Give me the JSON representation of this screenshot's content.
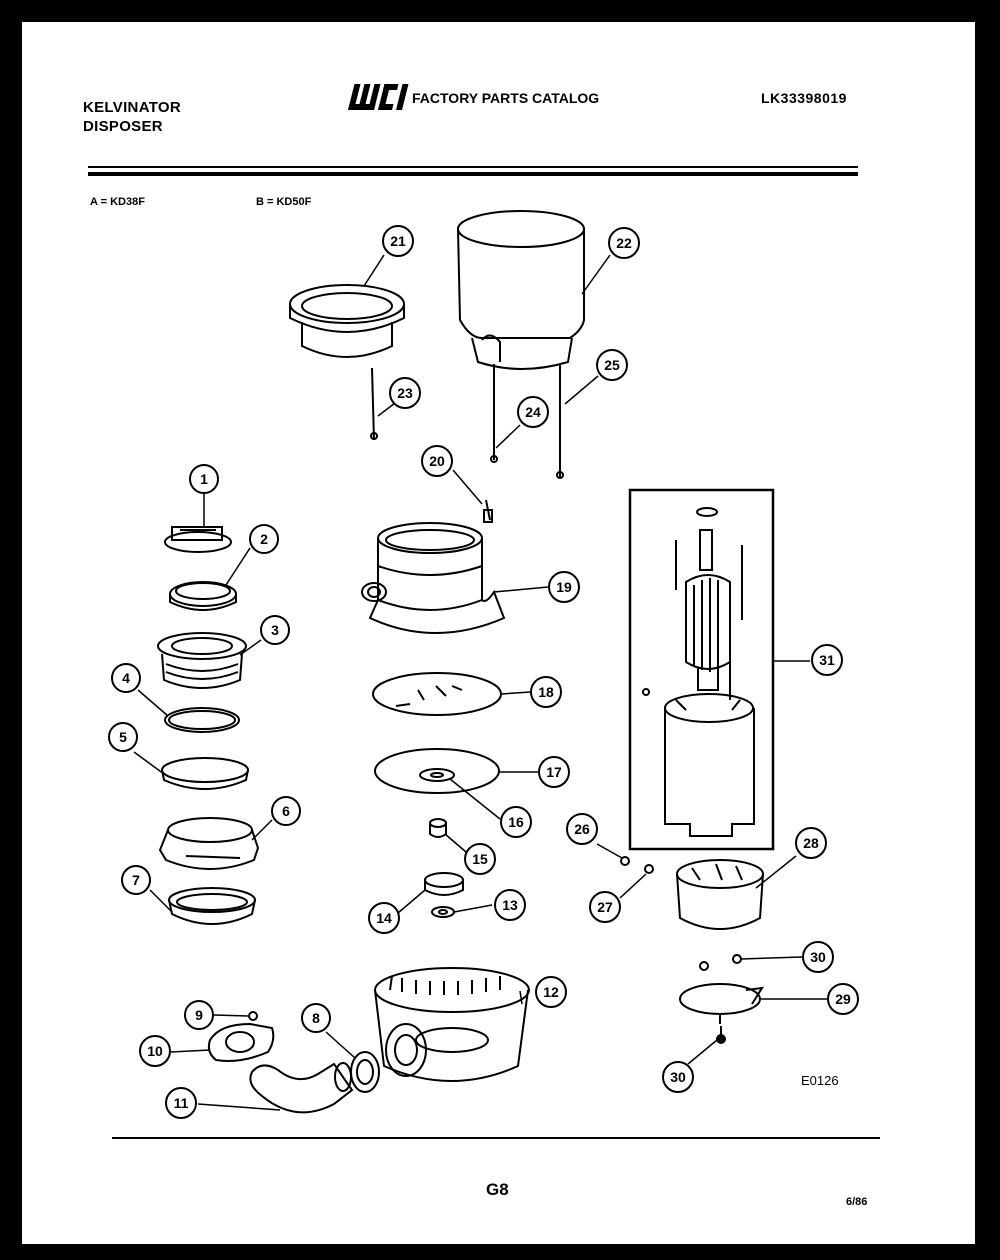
{
  "header": {
    "brand_line1": "KELVINATOR",
    "brand_line2": "DISPOSER",
    "logo_text": "WCI",
    "catalog_title": "FACTORY PARTS CATALOG",
    "part_number": "LK33398019"
  },
  "models": {
    "a": "A = KD38F",
    "b": "B = KD50F"
  },
  "drawing_code": "E0126",
  "footer": {
    "page_code": "G8",
    "date_code": "6/86"
  },
  "callouts": [
    "1",
    "2",
    "3",
    "4",
    "5",
    "6",
    "7",
    "8",
    "9",
    "10",
    "11",
    "12",
    "13",
    "14",
    "15",
    "16",
    "17",
    "18",
    "19",
    "20",
    "21",
    "22",
    "23",
    "24",
    "25",
    "26",
    "27",
    "28",
    "29",
    "30",
    "30",
    "31"
  ]
}
